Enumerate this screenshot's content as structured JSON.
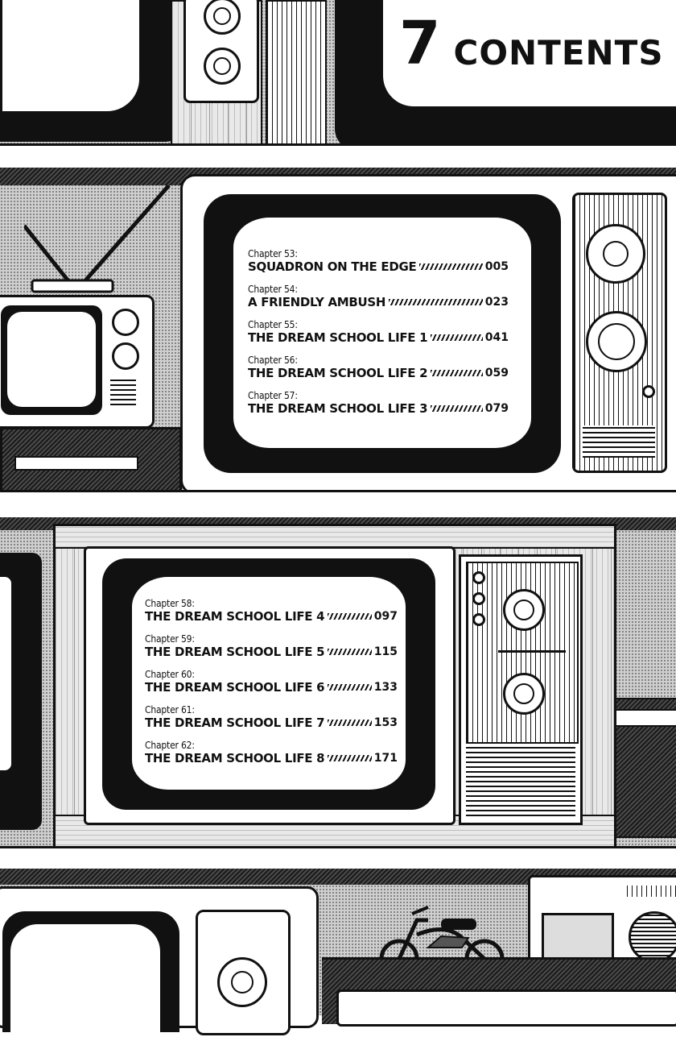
{
  "header": {
    "volume_number": "7",
    "title": "CONTENTS"
  },
  "toc_upper": [
    {
      "chapter": "Chapter 53:",
      "title": "SQUADRON ON THE EDGE",
      "page": "005"
    },
    {
      "chapter": "Chapter 54:",
      "title": "A FRIENDLY AMBUSH",
      "page": "023"
    },
    {
      "chapter": "Chapter 55:",
      "title": "THE DREAM SCHOOL LIFE 1",
      "page": "041"
    },
    {
      "chapter": "Chapter 56:",
      "title": "THE DREAM SCHOOL LIFE 2",
      "page": "059"
    },
    {
      "chapter": "Chapter 57:",
      "title": "THE DREAM SCHOOL LIFE 3",
      "page": "079"
    }
  ],
  "toc_lower": [
    {
      "chapter": "Chapter 58:",
      "title": "THE DREAM SCHOOL LIFE 4",
      "page": "097"
    },
    {
      "chapter": "Chapter 59:",
      "title": "THE DREAM SCHOOL LIFE 5",
      "page": "115"
    },
    {
      "chapter": "Chapter 60:",
      "title": "THE DREAM SCHOOL LIFE 6",
      "page": "133"
    },
    {
      "chapter": "Chapter 61:",
      "title": "THE DREAM SCHOOL LIFE 7",
      "page": "153"
    },
    {
      "chapter": "Chapter 62:",
      "title": "THE DREAM SCHOOL LIFE 8",
      "page": "171"
    }
  ],
  "icons": [
    "tv-knob-icon",
    "antenna-icon",
    "speaker-grille-icon",
    "motorcycle-icon",
    "radio-icon"
  ]
}
